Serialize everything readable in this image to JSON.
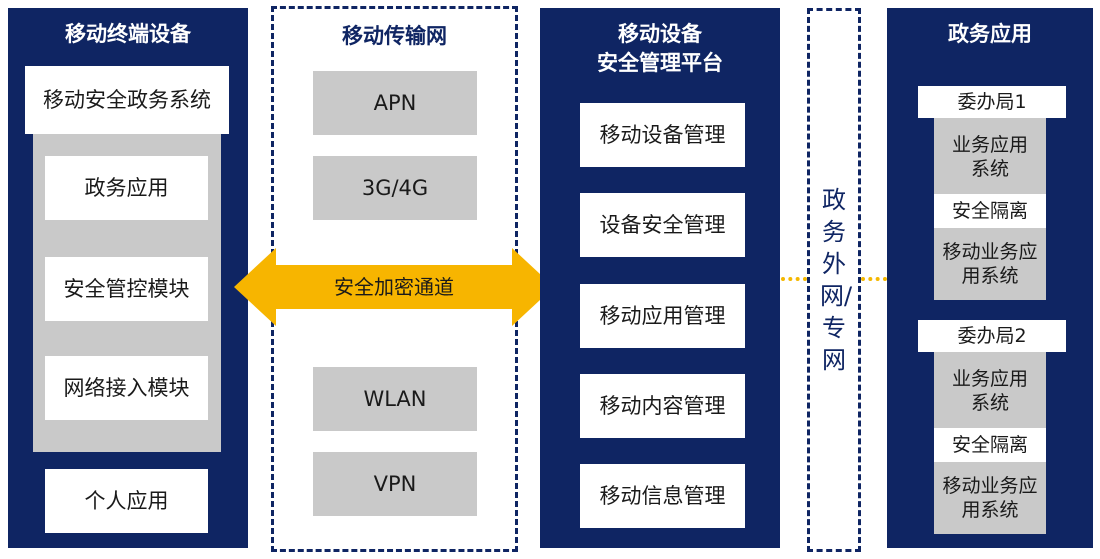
{
  "colors": {
    "navy": "#0f2563",
    "gray": "#c9c9c9",
    "arrow": "#f7b500",
    "dots": "#f5b800"
  },
  "mobile_terminal": {
    "title": "移动终端设备",
    "system_label": "移动安全政务系统",
    "modules": [
      "政务应用",
      "安全管控模块",
      "网络接入模块"
    ],
    "personal_app": "个人应用"
  },
  "transport_network": {
    "title": "移动传输网",
    "items_top": [
      "APN",
      "3G/4G"
    ],
    "items_bottom": [
      "WLAN",
      "VPN"
    ]
  },
  "secure_channel": {
    "label": "安全加密通道"
  },
  "management_platform": {
    "title_line1": "移动设备",
    "title_line2": "安全管理平台",
    "items": [
      "移动设备管理",
      "设备安全管理",
      "移动应用管理",
      "移动内容管理",
      "移动信息管理"
    ]
  },
  "external_network": {
    "label": "政务外网/专网"
  },
  "gov_apps": {
    "title": "政务应用",
    "bureaus": [
      {
        "name": "委办局1",
        "business_system": "业务应用系统",
        "isolation": "安全隔离",
        "mobile_system": "移动业务应用系统"
      },
      {
        "name": "委办局2",
        "business_system": "业务应用系统",
        "isolation": "安全隔离",
        "mobile_system": "移动业务应用系统"
      }
    ]
  }
}
